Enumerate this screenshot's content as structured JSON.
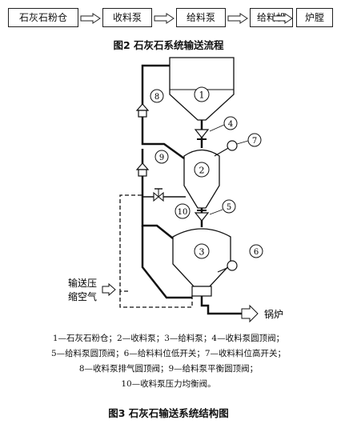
{
  "flow": {
    "steps": [
      "石灰石粉仓",
      "收料泵",
      "给料泵",
      "给料机",
      "炉膛"
    ]
  },
  "figure2_caption": "图2   石灰石系统输送流程",
  "diagram": {
    "labels": {
      "n1": "1",
      "n2": "2",
      "n3": "3",
      "n4": "4",
      "n5": "5",
      "n6": "6",
      "n7": "7",
      "n8": "8",
      "n9": "9",
      "n10": "10"
    },
    "air_label_line1": "输送压",
    "air_label_line2": "缩空气",
    "outlet_label": "锅炉"
  },
  "legend": {
    "line1": "1—石灰石粉仓；2—收料泵；3—给料泵；4—收料泵圆顶阀；",
    "line2": "5—给料泵圆顶阀；6—给料料位低开关；7—收料料位高开关；",
    "line3": "8—收料泵排气圆顶阀；9—给料泵平衡圆顶阀；",
    "line4": "10—收料泵压力均衡阀。"
  },
  "figure3_caption": "图3   石灰石输送系统结构图"
}
